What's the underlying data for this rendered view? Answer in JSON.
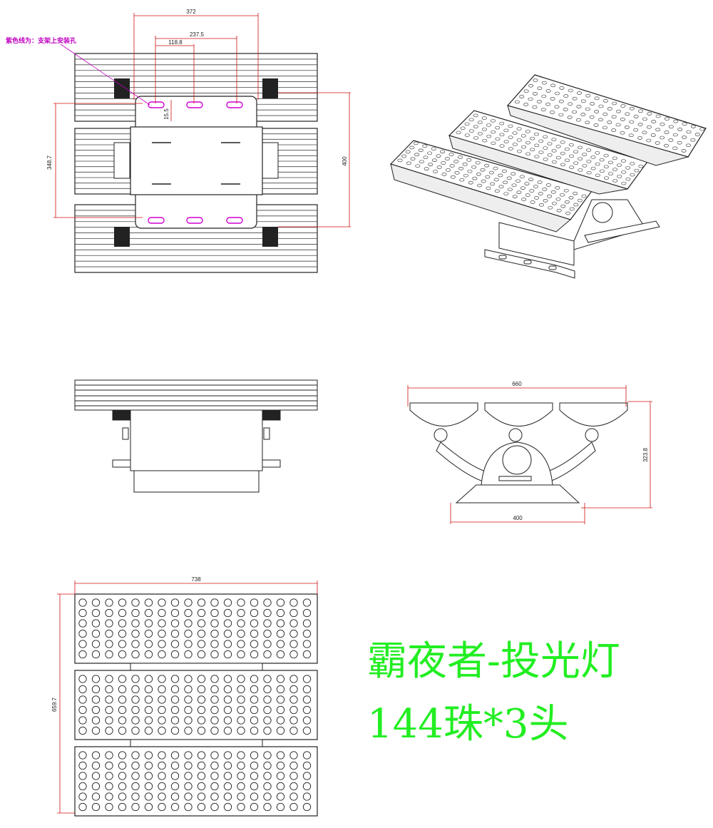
{
  "annotation": {
    "purple_line_note": "紫色线为：支架上安装孔"
  },
  "dimensions": {
    "top_view": {
      "width_overall": "372",
      "hole_span_outer": "237.5",
      "hole_span_inner": "118.8",
      "hole_offset": "15.5",
      "height_left": "348.7",
      "height_right": "400"
    },
    "side_view": {
      "span": "660",
      "height": "323.8",
      "base": "400"
    },
    "front_view": {
      "width": "738",
      "height": "659.7"
    }
  },
  "caption": {
    "title": "霸夜者-投光灯",
    "spec": "144珠*3头"
  },
  "colors": {
    "dimension_line": "#d01010",
    "mounting_hole": "#d000d0",
    "caption": "#22ee22",
    "outline": "#222222"
  }
}
